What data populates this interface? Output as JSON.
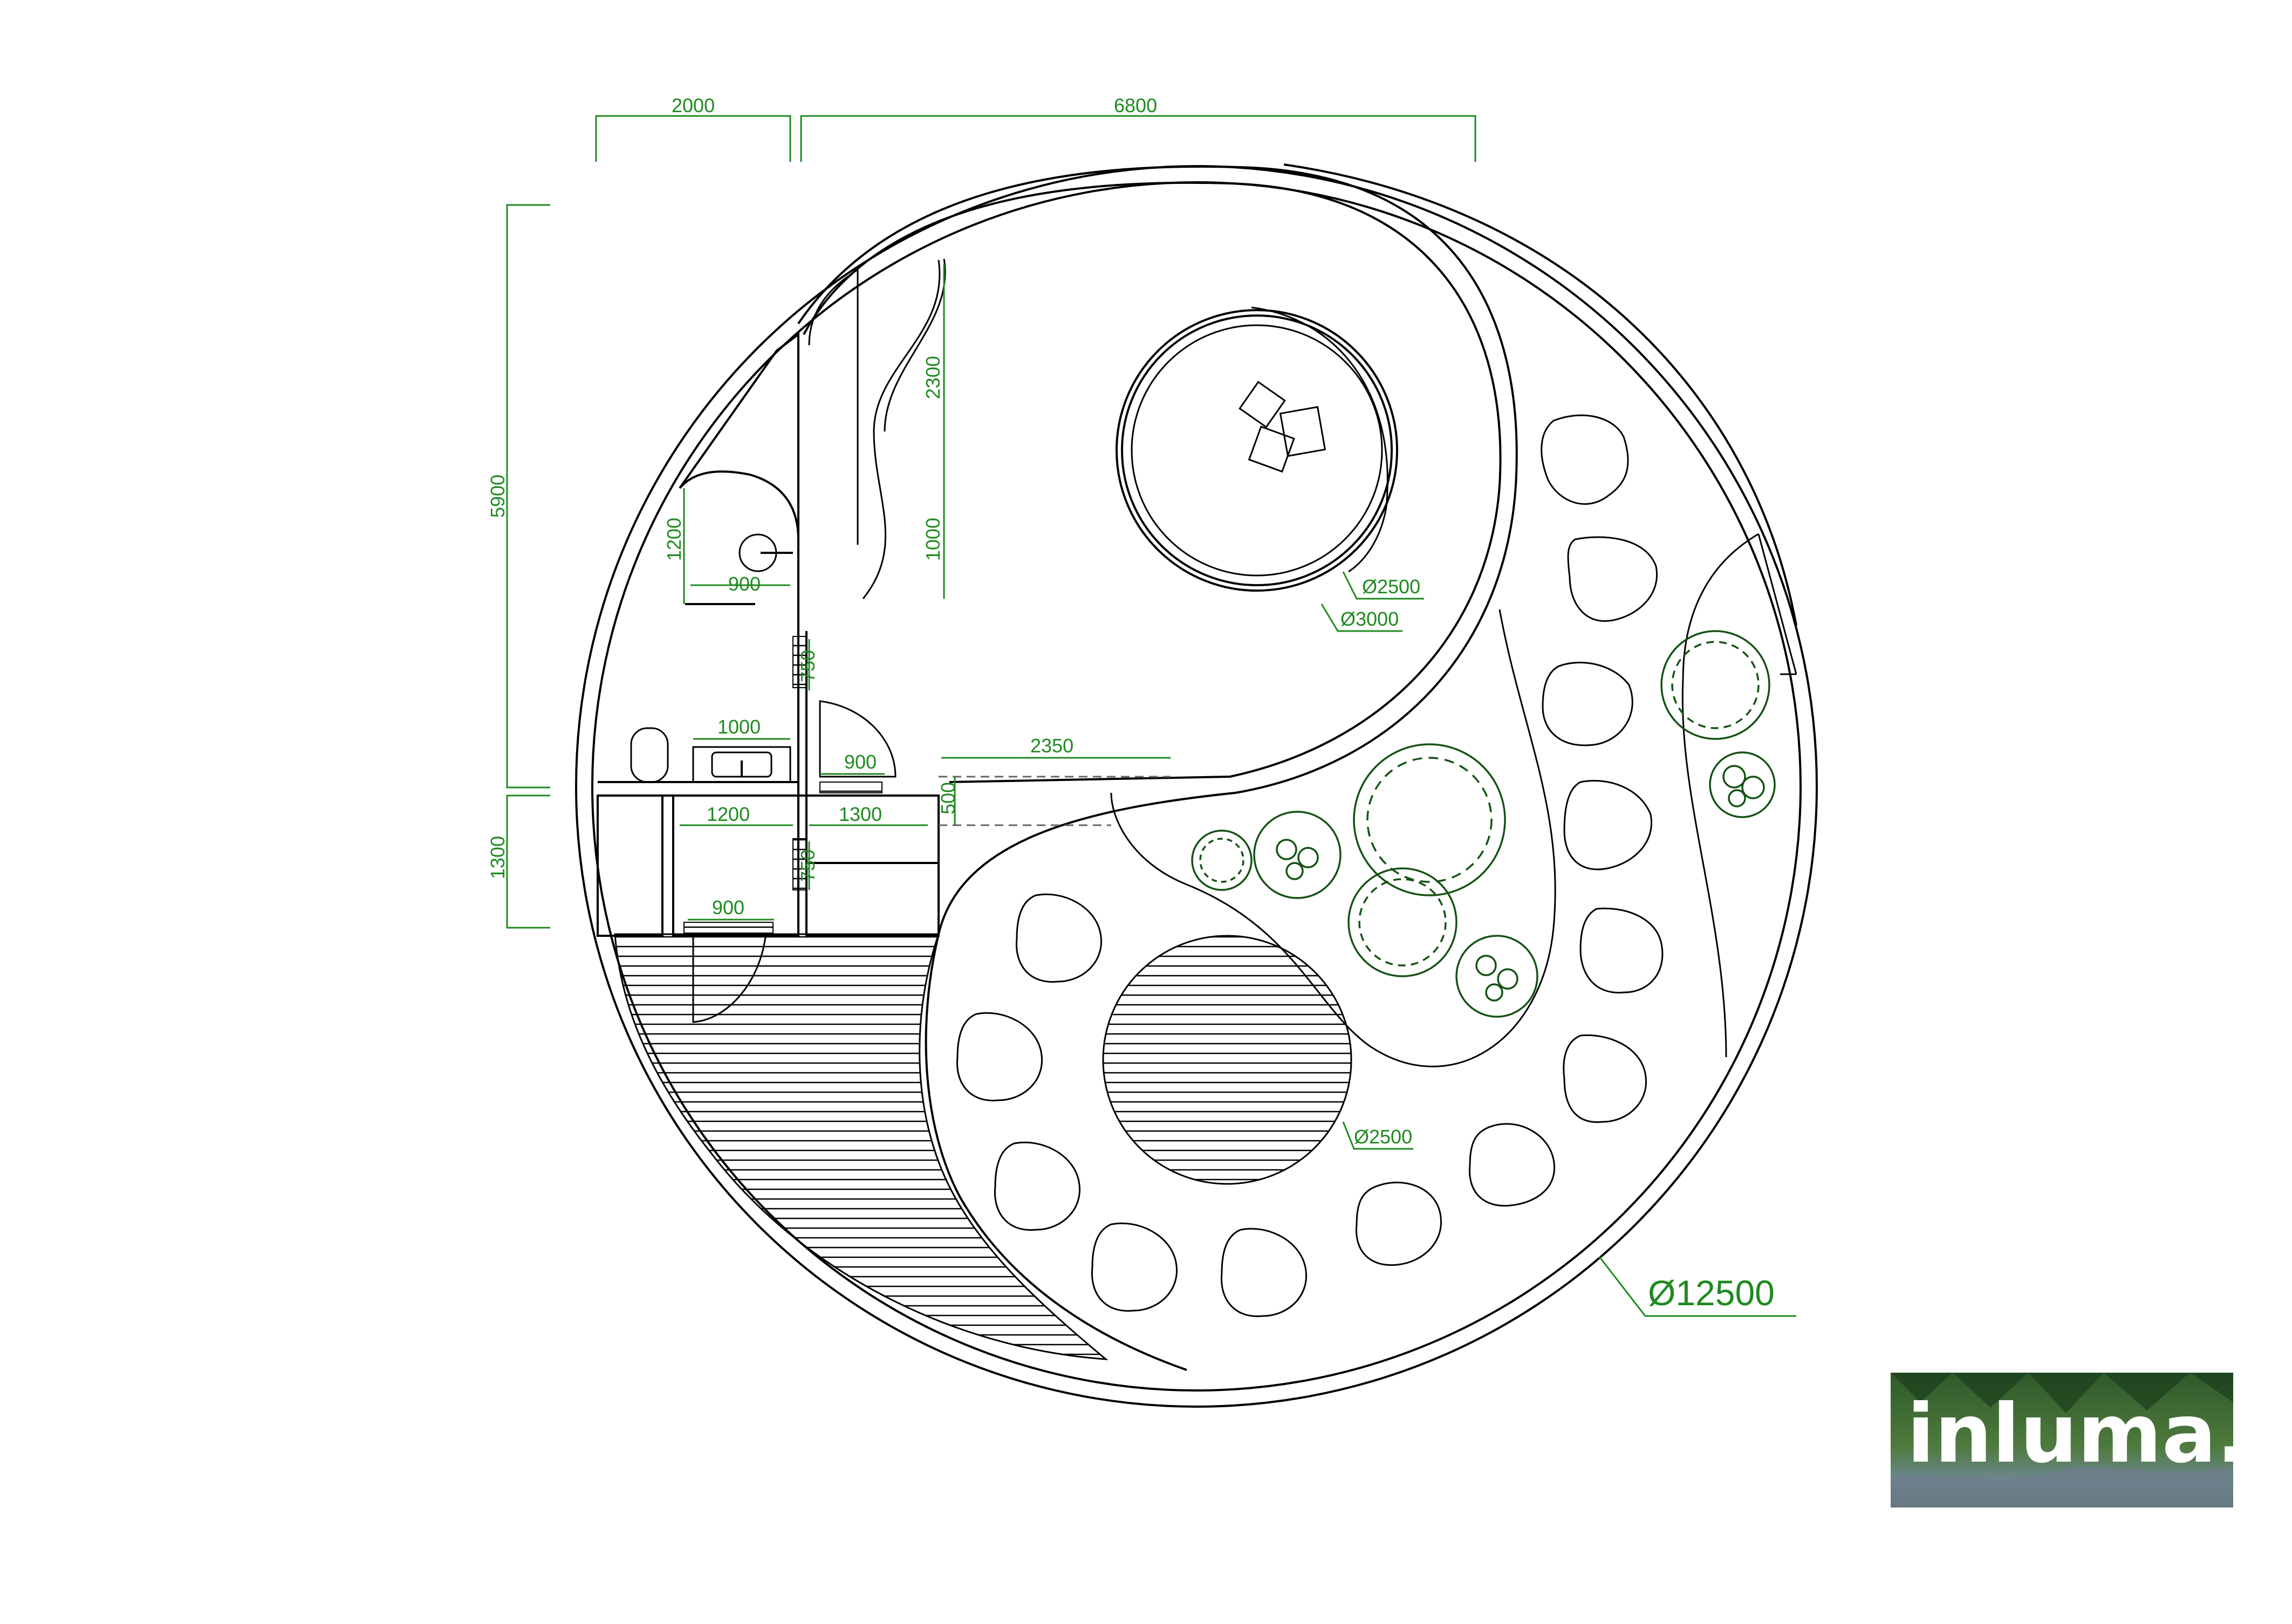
{
  "dimensions": {
    "top_left_width": "2000",
    "top_right_width": "6800",
    "left_height_upper": "5900",
    "left_height_lower": "1300",
    "bath_height": "1200",
    "bath_width": "900",
    "upper_room_2300": "2300",
    "upper_room_1000": "1000",
    "door_750_upper": "750",
    "sink_width": "1000",
    "door_900_entry": "900",
    "path_2350": "2350",
    "step_500": "500",
    "room_1200": "1200",
    "room_1300": "1300",
    "door_750_lower": "750",
    "door_900_lower": "900",
    "pool_inner": "Ø2500",
    "pool_outer": "Ø3000",
    "deck_circle": "Ø2500",
    "site_diameter": "Ø12500"
  },
  "logo": {
    "text": "inluma."
  },
  "colors": {
    "dimension": "#1f8a1f",
    "tree": "#145214",
    "line": "#000000"
  }
}
